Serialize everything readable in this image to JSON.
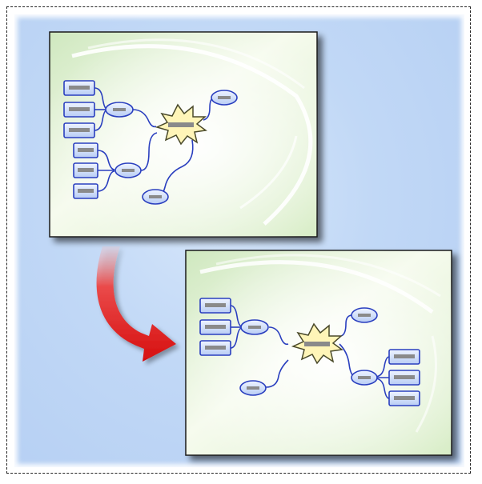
{
  "diagram": {
    "description_labels": [],
    "colors": {
      "background": "#c1d8f6",
      "slide_fill_light": "#fbfdf3",
      "slide_fill_green": "#d4ebc2",
      "node_fill": "#d9e6ff",
      "node_stroke": "#2a3fbf",
      "node_bar": "#8a8a8a",
      "center_fill": "#fff5b8",
      "center_stroke": "#6b6b3a",
      "connector": "#2a3fbf",
      "arrow_red": "#e41e1e"
    },
    "slides": [
      {
        "id": "original-slide",
        "icons": [
          "mindmap-icon"
        ]
      },
      {
        "id": "rearranged-slide",
        "icons": [
          "mindmap-icon"
        ]
      }
    ],
    "arrow": {
      "direction": "down-right",
      "icon": "curved-arrow-icon"
    }
  }
}
